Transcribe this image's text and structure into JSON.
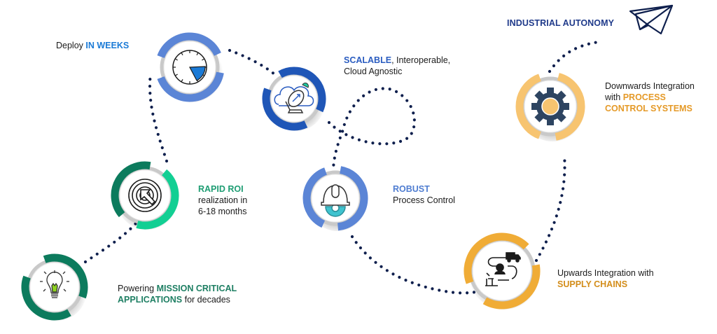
{
  "header": {
    "title": "INDUSTRIAL AUTONOMY",
    "title_color": "#1f3a8a",
    "icon": "paper-plane-icon"
  },
  "colors": {
    "dot": "#0e1f4d",
    "green_dark": "#0c7b5d",
    "green_bright": "#12cf93",
    "blue": "#5b85d6",
    "blue_dark": "#1f56b7",
    "orange_light": "#f7c470",
    "orange": "#f0ac36",
    "ring_gray": "#c9c9c9"
  },
  "milestones": [
    {
      "id": "mission-critical",
      "icon": "lightbulb-icon",
      "prefix": "Powering ",
      "highlight": "MISSION CRITICAL",
      "line2_highlight": "APPLICATIONS",
      "suffix": " for decades",
      "highlight_color": "#1e7f63"
    },
    {
      "id": "rapid-roi",
      "icon": "target-arrow-icon",
      "highlight": "RAPID ROI",
      "line2": "realization in",
      "line3": "6-18 months",
      "highlight_color": "#1e9d73"
    },
    {
      "id": "deploy",
      "icon": "clock-icon",
      "prefix": "Deploy ",
      "highlight": "IN WEEKS",
      "highlight_color": "#1a7ad6"
    },
    {
      "id": "scalable",
      "icon": "cloud-satellite-icon",
      "highlight": "SCALABLE",
      "suffix": ", Interoperable,",
      "line2": "Cloud Agnostic",
      "highlight_color": "#2a5cc0"
    },
    {
      "id": "robust",
      "icon": "hardhat-gear-icon",
      "highlight": "ROBUST",
      "line2": "Process Control",
      "highlight_color": "#4f7dd1"
    },
    {
      "id": "supply-chains",
      "icon": "supply-chain-icon",
      "prefix": "Upwards Integration with",
      "line2_highlight": "SUPPLY CHAINS",
      "highlight_color": "#d38d1a"
    },
    {
      "id": "process-control",
      "icon": "gear-icon",
      "prefix": "Downwards Integration",
      "line2_prefix": "with ",
      "line2_highlight": "PROCESS",
      "line3_highlight": "CONTROL SYSTEMS",
      "highlight_color": "#e59a28"
    }
  ]
}
